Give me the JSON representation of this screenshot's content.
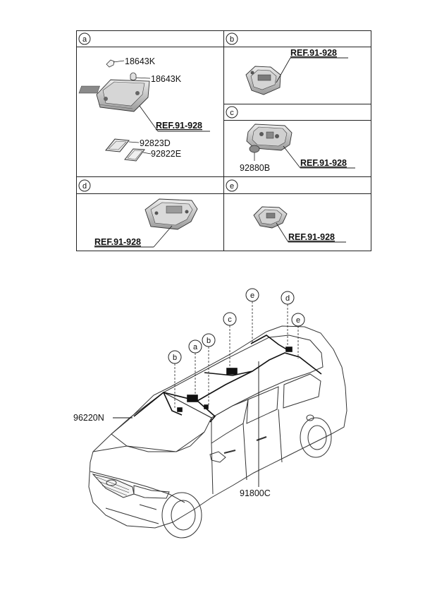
{
  "panels": [
    {
      "id": "a",
      "letter": "a"
    },
    {
      "id": "b",
      "letter": "b"
    },
    {
      "id": "c",
      "letter": "c"
    },
    {
      "id": "d",
      "letter": "d"
    },
    {
      "id": "e",
      "letter": "e"
    }
  ],
  "part_labels": {
    "a_clip_1": "18643K",
    "a_clip_2": "18643K",
    "a_ref": "REF.91-928",
    "a_lens_1": "92823D",
    "a_lens_2": "92822E",
    "b_ref": "REF.91-928",
    "c_part": "92880B",
    "c_ref": "REF.91-928",
    "d_ref": "REF.91-928",
    "e_ref": "REF.91-928"
  },
  "vehicle_callouts": [
    "e",
    "d",
    "c",
    "e",
    "a",
    "b",
    "b"
  ],
  "vehicle_labels": {
    "harness_front": "96220N",
    "harness_roof": "91800C"
  }
}
